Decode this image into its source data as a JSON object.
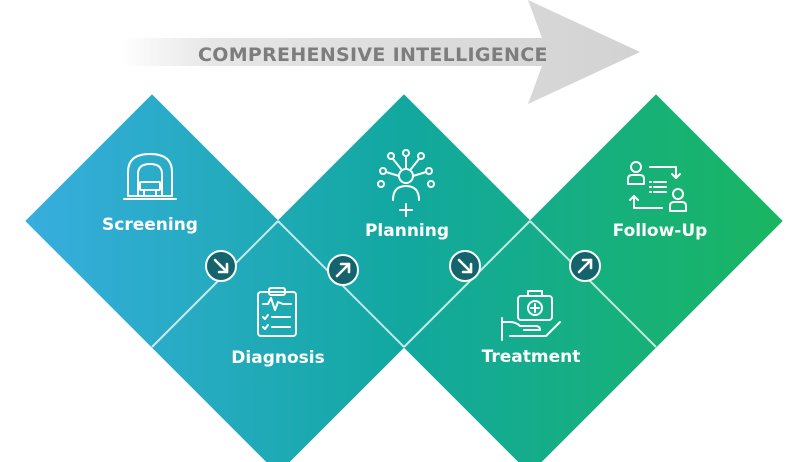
{
  "banner": {
    "title": "COMPREHENSIVE INTELLIGENCE"
  },
  "stages": [
    {
      "label": "Screening",
      "icon": "mri-scanner-icon"
    },
    {
      "label": "Diagnosis",
      "icon": "clipboard-checklist-icon"
    },
    {
      "label": "Planning",
      "icon": "person-network-icon"
    },
    {
      "label": "Treatment",
      "icon": "medical-kit-hand-icon"
    },
    {
      "label": "Follow-Up",
      "icon": "people-exchange-icon"
    }
  ],
  "connectors": [
    "arrow-down-right-icon",
    "arrow-up-right-icon",
    "arrow-down-right-icon",
    "arrow-up-right-icon"
  ],
  "colors": {
    "start": "#3aaee3",
    "mid": "#12a8a0",
    "end": "#1ab65e",
    "badge": "#14646e",
    "banner": "#d6d6d6"
  }
}
